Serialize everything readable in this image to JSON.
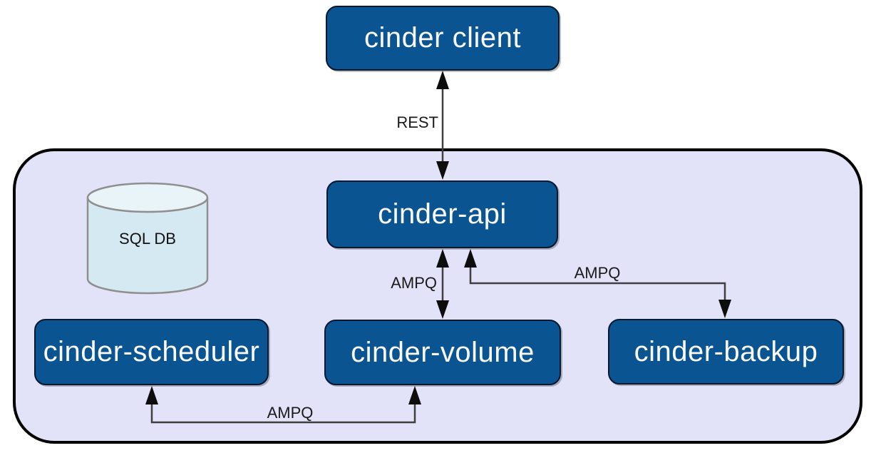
{
  "nodes": {
    "client": {
      "label": "cinder client"
    },
    "api": {
      "label": "cinder-api"
    },
    "scheduler": {
      "label": "cinder-scheduler"
    },
    "volume": {
      "label": "cinder-volume"
    },
    "backup": {
      "label": "cinder-backup"
    },
    "database": {
      "label": "SQL DB"
    }
  },
  "edges": {
    "client_api": {
      "label": "REST",
      "from": "cinder client",
      "to": "cinder-api",
      "bidirectional": true
    },
    "api_volume": {
      "label": "AMPQ",
      "from": "cinder-api",
      "to": "cinder-volume",
      "bidirectional": true
    },
    "api_backup": {
      "label": "AMPQ",
      "from": "cinder-api",
      "to": "cinder-backup",
      "bidirectional": true
    },
    "scheduler_volume": {
      "label": "AMPQ",
      "from": "cinder-volume",
      "to": "cinder-scheduler",
      "bidirectional": true
    }
  },
  "colors": {
    "node_fill": "#0a5492",
    "node_border": "#03182e",
    "node_text": "#fafafa",
    "container_fill": "#e2e2f8",
    "container_border": "#000000",
    "db_fill": "#d5e9f2",
    "db_top_fill": "#e9f4f9",
    "db_border": "#8f8f8f",
    "line": "#3f3f3f",
    "arrowhead": "#0d0d0d",
    "label_text": "#1a1a1a"
  }
}
